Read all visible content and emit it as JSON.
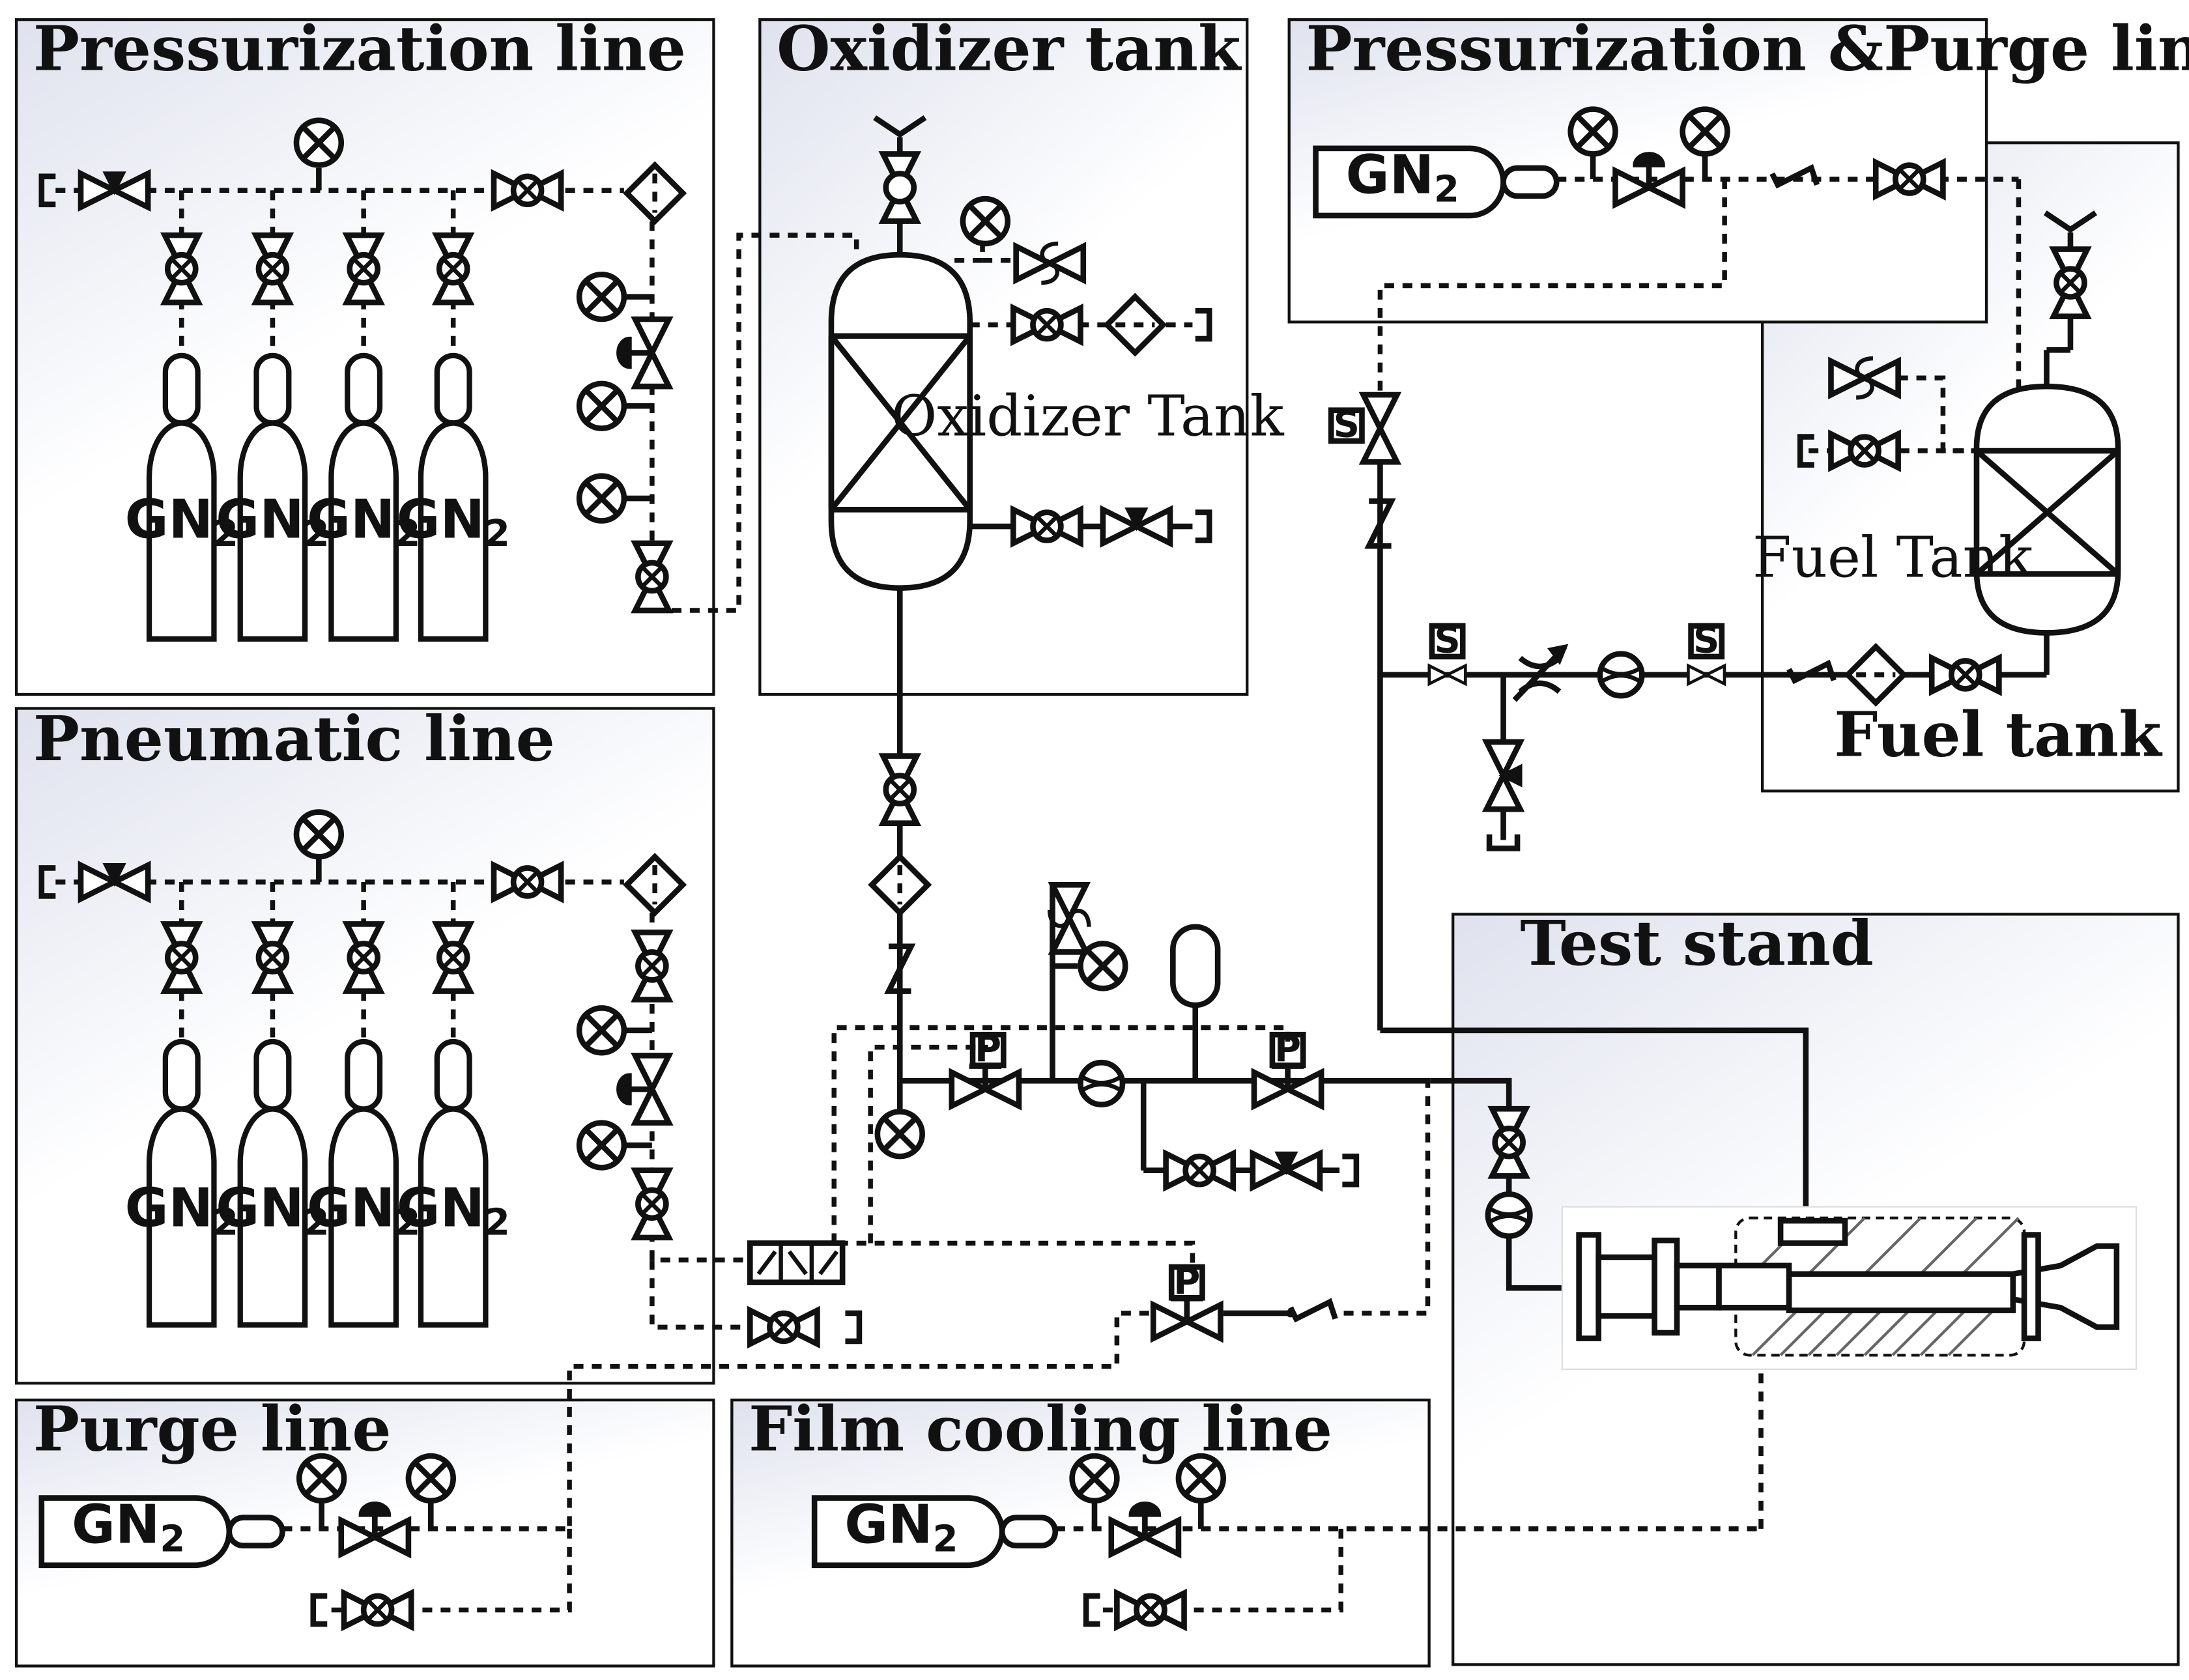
{
  "panels": {
    "pressurization_line": "Pressurization line",
    "oxidizer_tank": "Oxidizer tank",
    "pressurization_purge_line": "Pressurization &Purge line",
    "fuel_tank": "Fuel tank",
    "pneumatic_line": "Pneumatic line",
    "test_stand": "Test stand",
    "purge_line": "Purge line",
    "film_cooling_line": "Film cooling line"
  },
  "labels": {
    "oxidizer_tank_vessel": "Oxidizer Tank",
    "fuel_tank_vessel": "Fuel Tank",
    "gas_main": "GN",
    "gas_sub": "2",
    "pressure_tag": "P",
    "solenoid_tag": "S"
  },
  "colors": {
    "line": "#111111",
    "panel_gradient_start": "#dfe2ee",
    "panel_gradient_end": "#ffffff"
  },
  "icons": [
    "pressure-gauge-icon",
    "manual-valve-icon",
    "ball-valve-icon",
    "needle-valve-icon",
    "pressure-regulator-icon",
    "filter-icon",
    "check-valve-icon",
    "solenoid-valve-icon",
    "pneumatic-valve-icon",
    "relief-valve-icon",
    "flow-meter-icon",
    "gas-cylinder-icon",
    "vent-icon",
    "throttle-valve-icon",
    "accumulator-icon",
    "directional-control-valve-icon",
    "engine-cross-section-icon"
  ]
}
